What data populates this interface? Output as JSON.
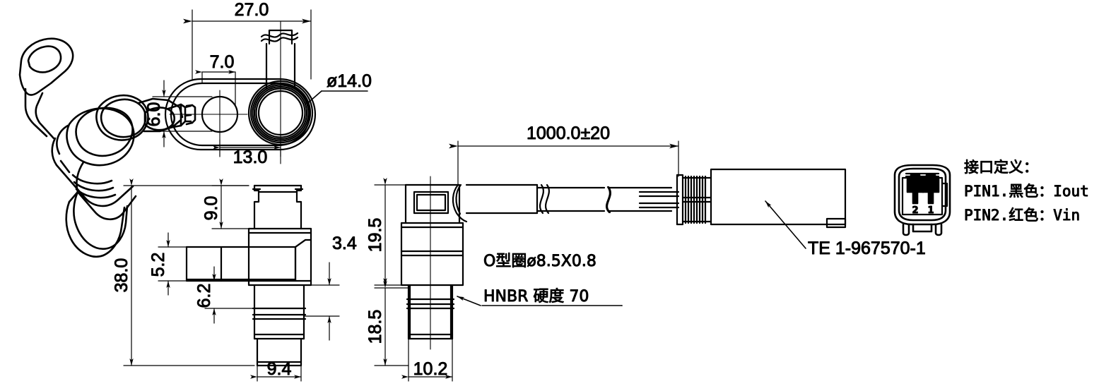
{
  "drawing": {
    "title": "Sensor outline dimensional drawing",
    "units": "mm",
    "line_color": "#000000",
    "background": "#ffffff"
  },
  "views": {
    "isometric": {
      "name": "3D isometric view of sensor"
    },
    "top": {
      "name": "Top view"
    },
    "front": {
      "name": "Front view"
    },
    "side": {
      "name": "Side view with cable and connector"
    },
    "connector_face": {
      "name": "Connector mating face view"
    }
  },
  "dimensions": {
    "top_overall_width": "27.0",
    "top_hole_offset": "7.0",
    "top_hole_vertical": "6.0",
    "top_boss_diameter": "ø14.0",
    "top_center_distance": "13.0",
    "front_overall_height": "38.0",
    "front_head_height": "9.0",
    "front_flange_thickness": "5.2",
    "front_flange_to_step": "6.2",
    "front_step_height": "3.4",
    "front_tip_width": "9.4",
    "side_upper_height": "19.5",
    "side_lower_height": "18.5",
    "side_tip_width": "10.2",
    "cable_length": "1000.0±20"
  },
  "annotations": {
    "oring_line1": "O型圈ø8.5X0.8",
    "oring_line2": "HNBR  硬度  70",
    "connector_part": "TE 1-967570-1",
    "pin_title": "接口定义：",
    "pin1": "PIN1.黑色：Iout",
    "pin2": "PIN2.红色：Vin",
    "pin_label_1": "1",
    "pin_label_2": "2"
  }
}
